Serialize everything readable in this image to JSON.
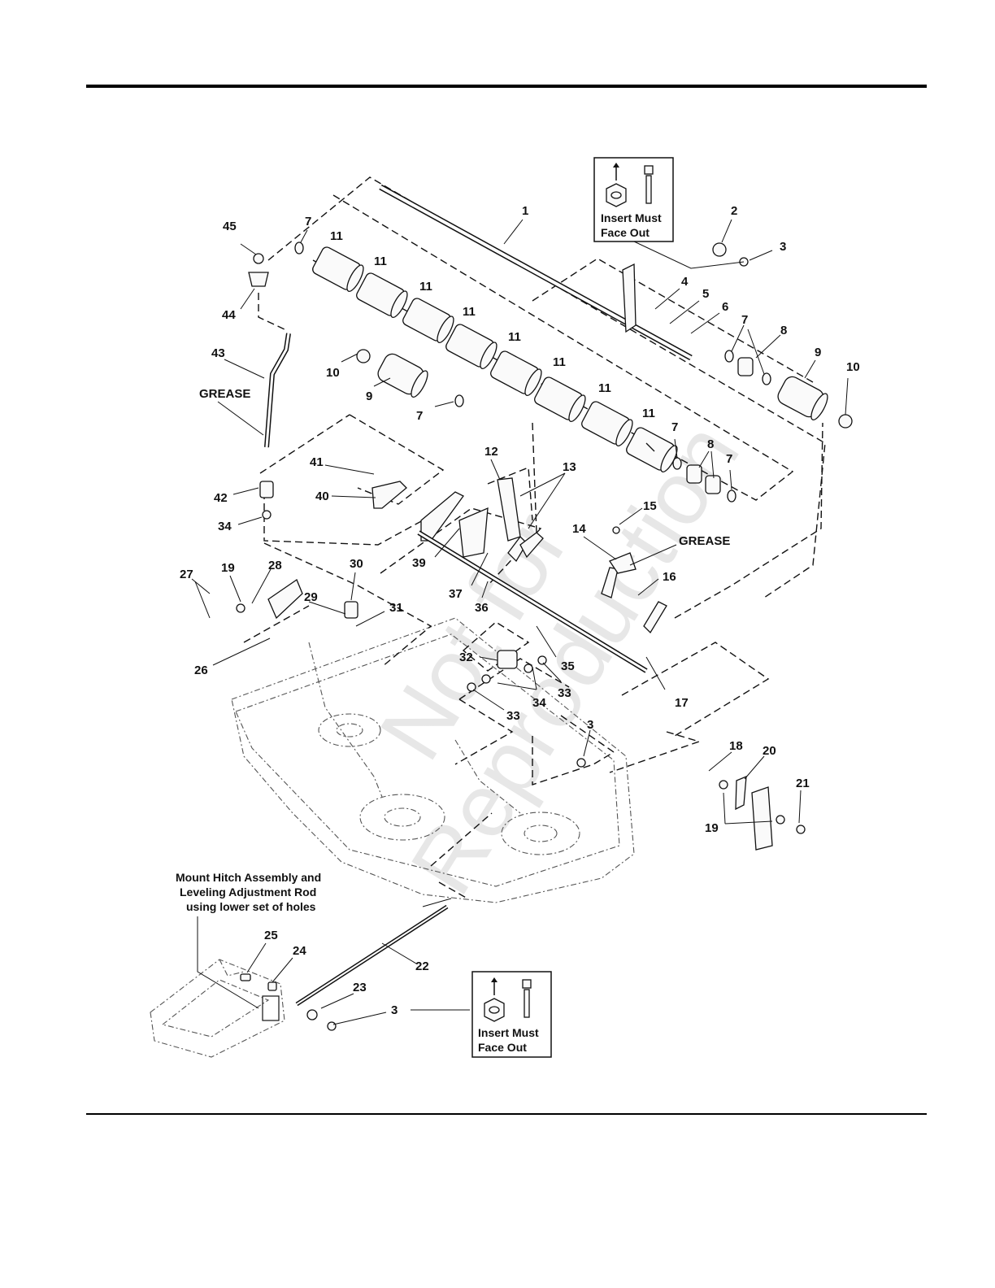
{
  "notes": {
    "insert_note_line1": "Insert Must",
    "insert_note_line2": "Face Out",
    "grease": "GREASE",
    "hitch_line1": "Mount Hitch Assembly and",
    "hitch_line2": "Leveling Adjustment Rod",
    "hitch_line3": "using lower set of holes"
  },
  "watermark": {
    "line1": "Not for",
    "line2": "Reproduction"
  },
  "callouts": [
    "1",
    "2",
    "3",
    "4",
    "5",
    "6",
    "7",
    "8",
    "9",
    "10",
    "11",
    "12",
    "13",
    "14",
    "15",
    "16",
    "17",
    "18",
    "19",
    "20",
    "21",
    "22",
    "23",
    "24",
    "25",
    "26",
    "27",
    "28",
    "29",
    "30",
    "31",
    "32",
    "33",
    "34",
    "35",
    "36",
    "37",
    "39",
    "40",
    "41",
    "42",
    "43",
    "44",
    "45"
  ]
}
